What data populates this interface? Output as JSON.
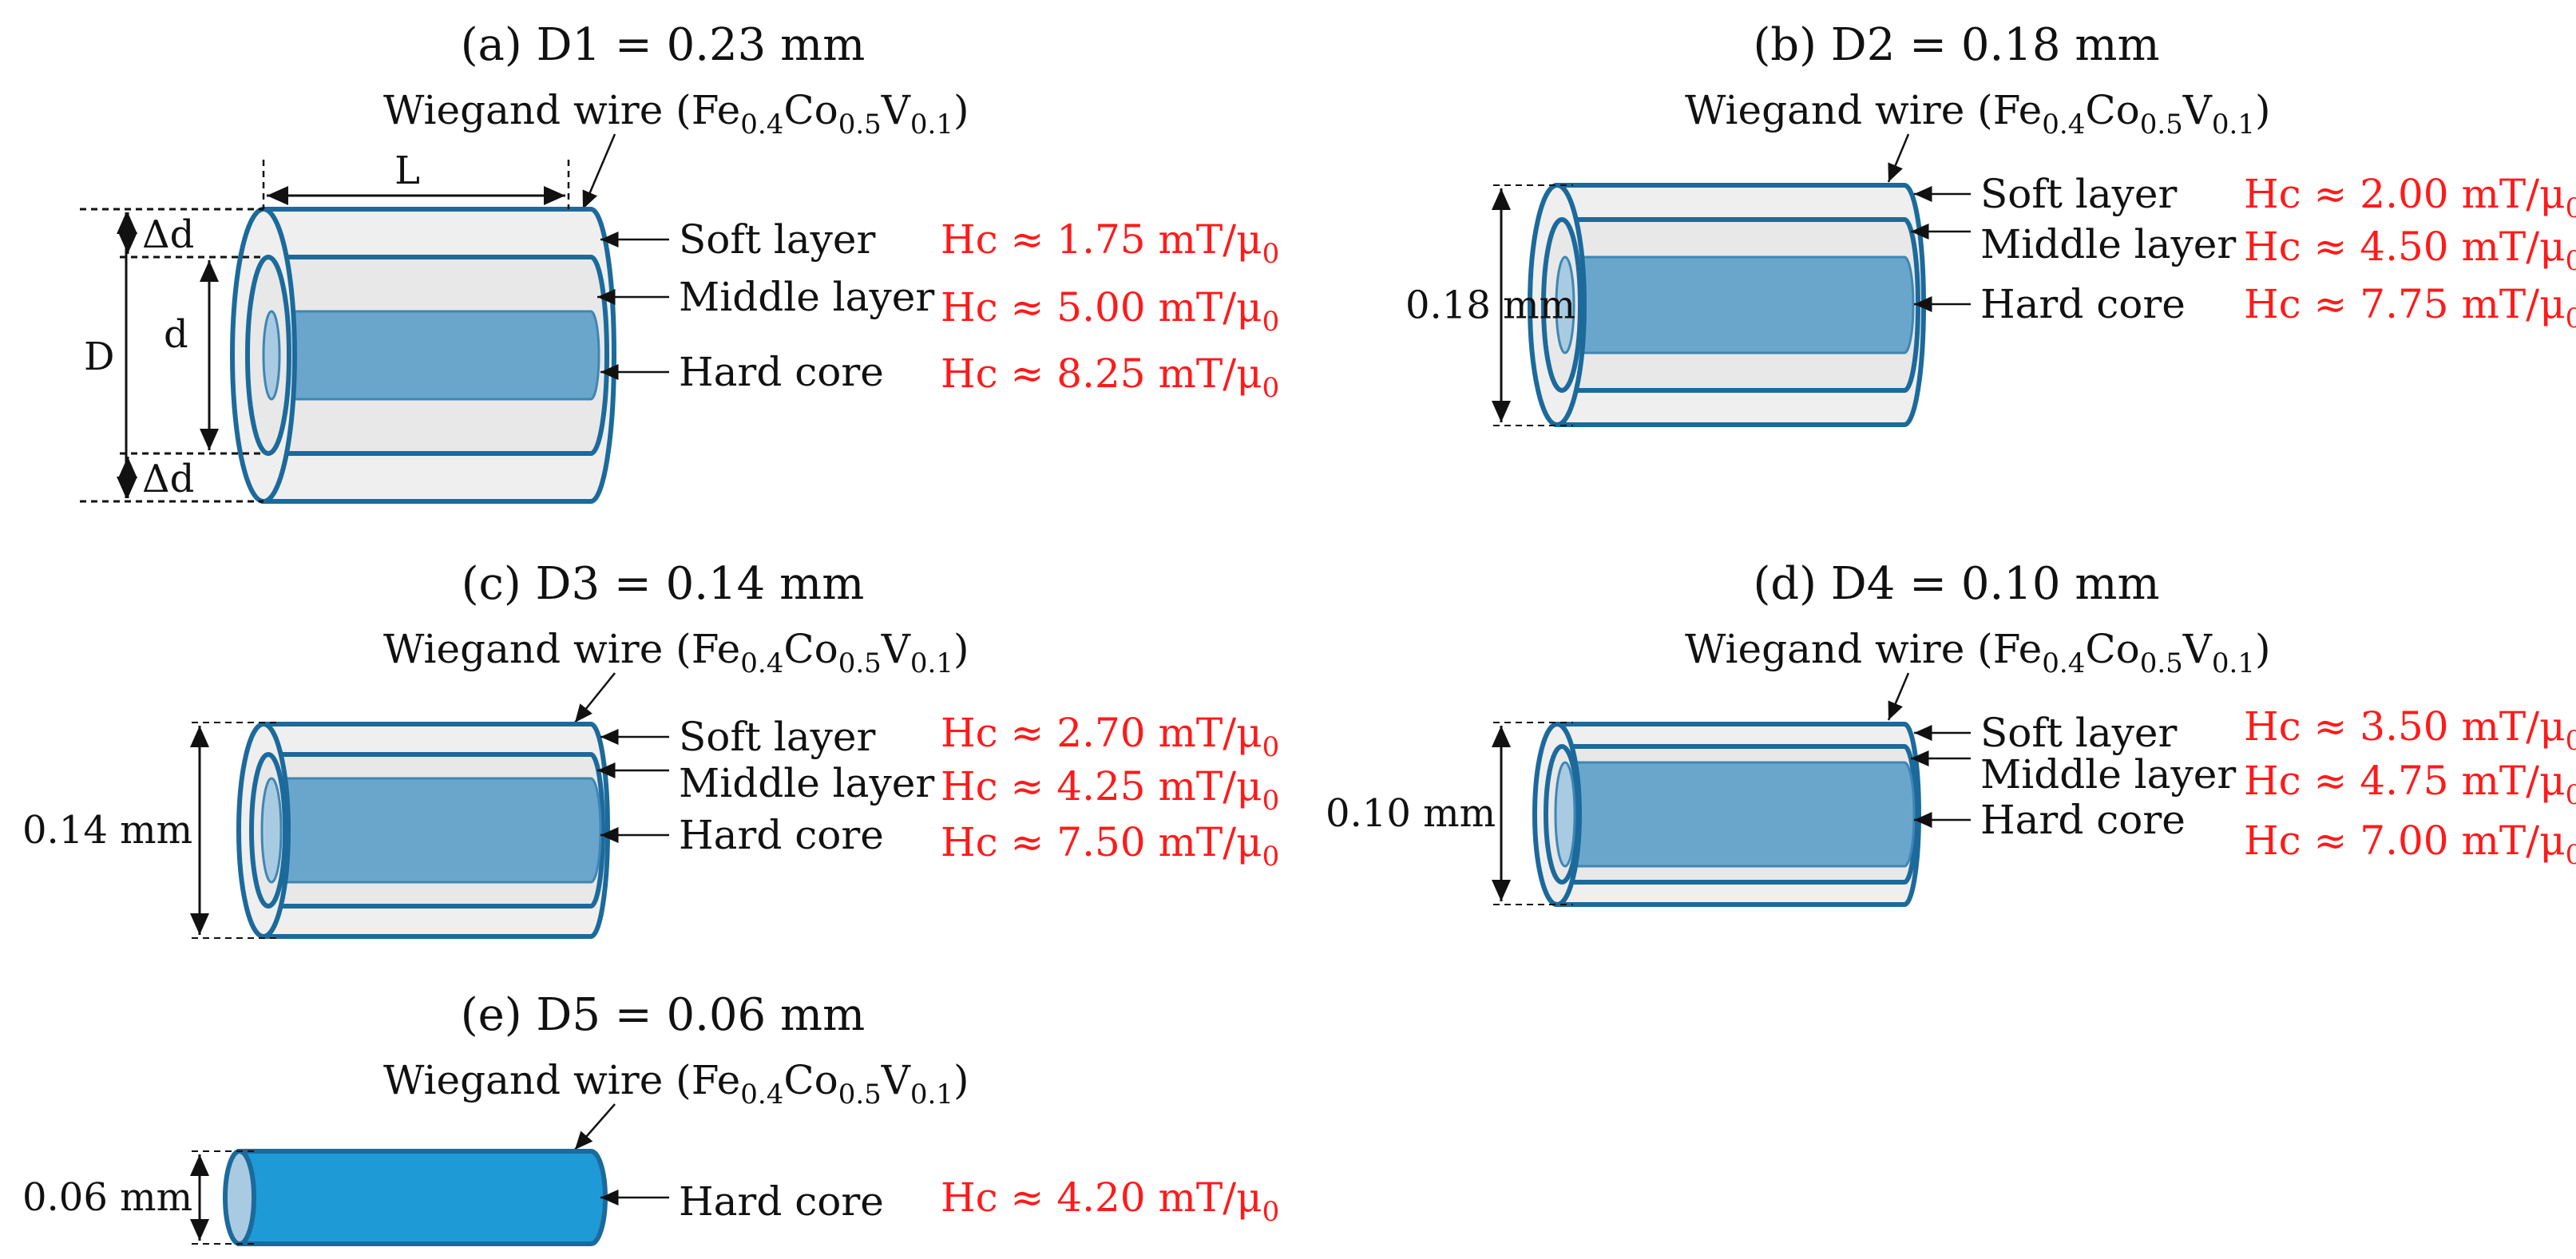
{
  "colors": {
    "outline": "#1c6a9c",
    "shell": "#e8e8e8",
    "shell_light": "#efefef",
    "core": "#6aa6cc",
    "core_end": "#a9cbe2",
    "solid_core": "#1e9ad6",
    "hc_text": "#ff1a1a",
    "text": "#111111"
  },
  "material": {
    "label": "Wiegand wire (Fe",
    "fe_sub": "0.4",
    "co": "Co",
    "co_sub": "0.5",
    "v": "V",
    "v_sub": "0.1",
    "close": ")"
  },
  "layer_names": {
    "soft": "Soft layer",
    "middle": "Middle layer",
    "hard": "Hard core"
  },
  "hc_unit": {
    "prefix": "Hc ≈ ",
    "unit": " mT/μ",
    "unit_sub": "0"
  },
  "dimension_symbols": {
    "L": "L",
    "D": "D",
    "d": "d",
    "delta_d": "Δd"
  },
  "panels": [
    {
      "id": "a",
      "title": "(a) D1 = 0.23 mm",
      "layers": [
        {
          "type": "soft",
          "hc": "1.75"
        },
        {
          "type": "middle",
          "hc": "5.00"
        },
        {
          "type": "hard",
          "hc": "8.25"
        }
      ]
    },
    {
      "id": "b",
      "title": "(b) D2 = 0.18 mm",
      "diameter_label": "0.18 mm",
      "layers": [
        {
          "type": "soft",
          "hc": "2.00"
        },
        {
          "type": "middle",
          "hc": "4.50"
        },
        {
          "type": "hard",
          "hc": "7.75"
        }
      ]
    },
    {
      "id": "c",
      "title": "(c) D3 = 0.14 mm",
      "diameter_label": "0.14 mm",
      "layers": [
        {
          "type": "soft",
          "hc": "2.70"
        },
        {
          "type": "middle",
          "hc": "4.25"
        },
        {
          "type": "hard",
          "hc": "7.50"
        }
      ]
    },
    {
      "id": "d",
      "title": "(d) D4 = 0.10 mm",
      "diameter_label": "0.10 mm",
      "layers": [
        {
          "type": "soft",
          "hc": "3.50"
        },
        {
          "type": "middle",
          "hc": "4.75"
        },
        {
          "type": "hard",
          "hc": "7.00"
        }
      ]
    },
    {
      "id": "e",
      "title": "(e) D5 = 0.06 mm",
      "diameter_label": "0.06 mm",
      "layers": [
        {
          "type": "hard",
          "hc": "4.20"
        }
      ]
    }
  ]
}
